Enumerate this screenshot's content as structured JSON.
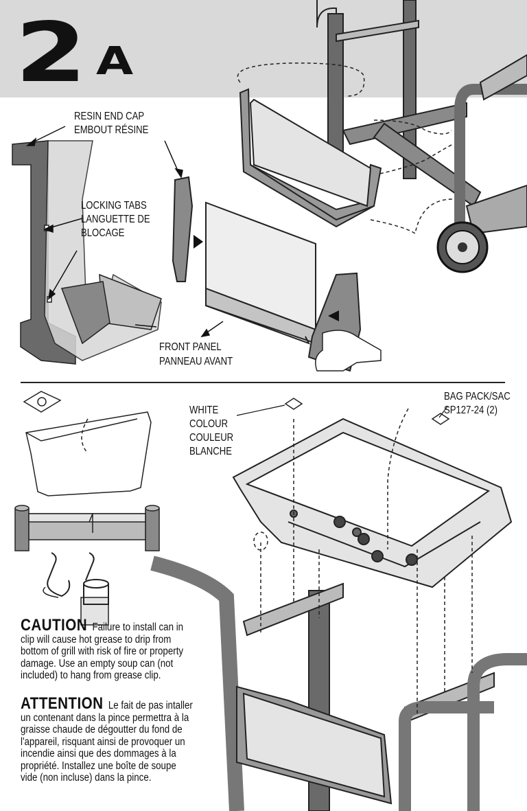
{
  "step": {
    "number": "2",
    "letter": "A"
  },
  "callouts": {
    "resin_end_cap_en": "RESIN END CAP",
    "resin_end_cap_fr": "EMBOUT RÉSINE",
    "locking_tabs_en": "LOCKING TABS",
    "locking_tabs_fr_1": "LANGUETTE DE",
    "locking_tabs_fr_2": "BLOCAGE",
    "front_panel_en": "FRONT PANEL",
    "front_panel_fr": "PANNEAU AVANT",
    "white_colour_1": "WHITE",
    "white_colour_2": "COLOUR",
    "white_colour_3": "COULEUR",
    "white_colour_4": "BLANCHE",
    "bag_pack_1": "BAG PACK/SAC",
    "bag_pack_2": "SP127-24 (2)"
  },
  "caution": {
    "heading": "CAUTION",
    "line1": "Failure to install can in",
    "line2": "clip will cause hot grease to drip from",
    "line3": "bottom of grill with risk of fire or property",
    "line4": "damage. Use an empty soup can (not",
    "line5": "included) to hang from grease clip."
  },
  "attention": {
    "heading": "ATTENTION",
    "line1": "Le fait de pas intaller",
    "line2": "un contenant dans la pince permettra à la",
    "line3": "graisse chaude de dégoutter du fond de",
    "line4": "l'appareil, risquant ainsi de provoquer un",
    "line5": "incendie ainsi que des dommages à la",
    "line6": "propriété. Installez une boîte de soupe",
    "line7": "vide (non incluse) dans la pince."
  }
}
